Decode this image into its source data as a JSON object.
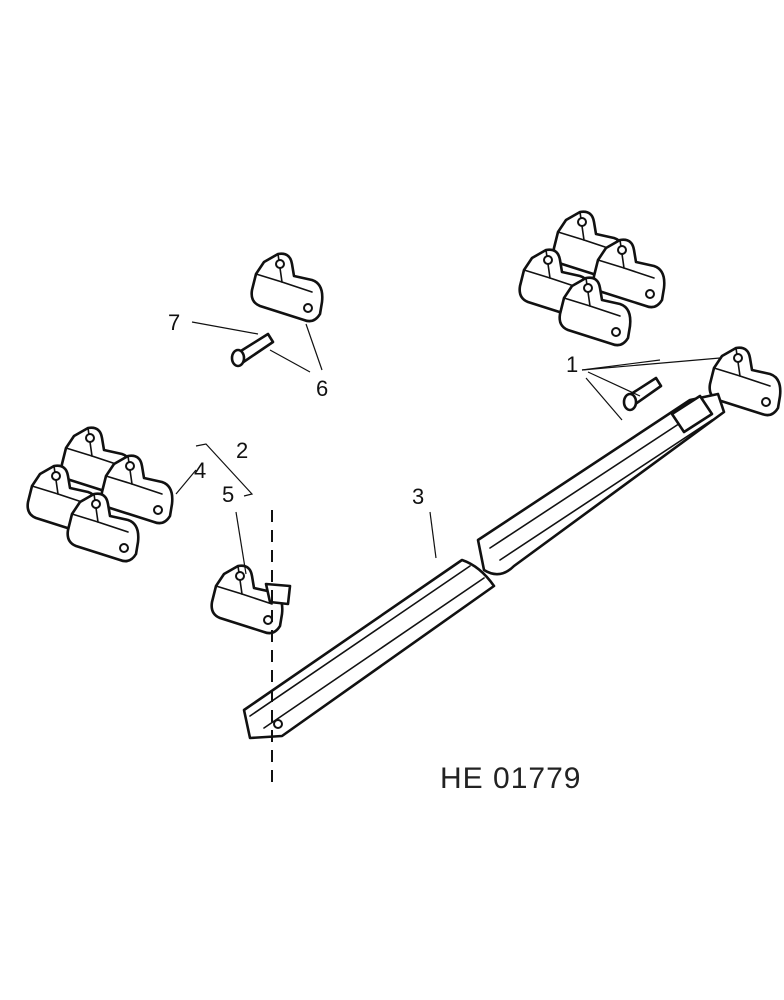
{
  "diagram": {
    "figure_id": "HE 01779",
    "callouts": [
      "1",
      "2",
      "3",
      "4",
      "5",
      "6",
      "7"
    ]
  },
  "colors": {
    "ink": "#111111",
    "paper": "#ffffff"
  }
}
